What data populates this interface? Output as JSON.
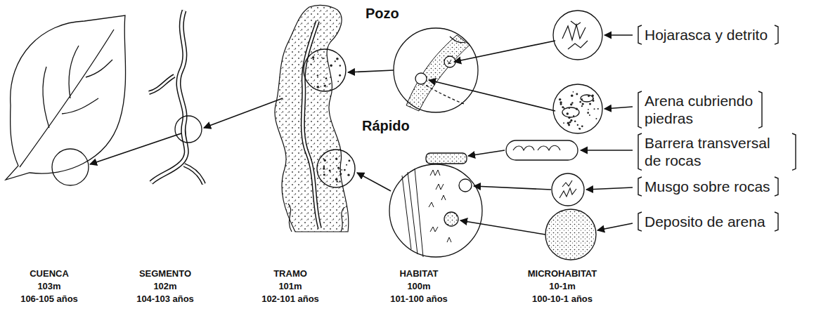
{
  "diagram": {
    "nodes": [
      {
        "text": [
          "Hojarasca y detrito"
        ]
      },
      {
        "text": [
          "Arena cubriendo piedras"
        ]
      },
      {
        "text": [
          "Barrera transversal de rocas"
        ]
      },
      {
        "text": [
          "Musgo sobre rocas"
        ]
      },
      {
        "text": [
          "Deposito de arena"
        ]
      }
    ],
    "labels": [
      "Pozo",
      "Rápido",
      "CUENCA",
      "103m",
      "106-105 años",
      "SEGMENTO",
      "102m",
      "104-103 años",
      "TRAMO",
      "101m",
      "102-101 años",
      "HABITAT",
      "100m",
      "101-100 años",
      "MICROHABITAT",
      "10-1m",
      "100-10-1 años"
    ]
  }
}
